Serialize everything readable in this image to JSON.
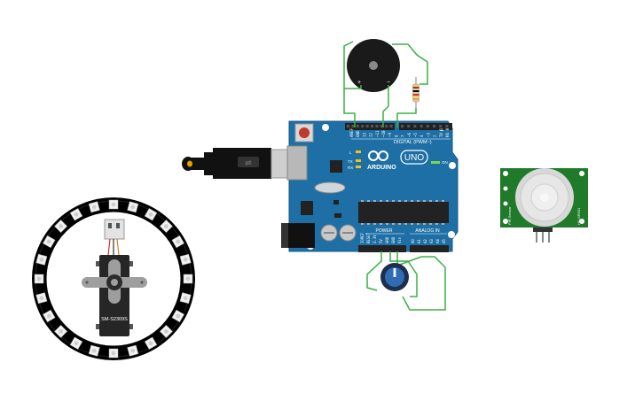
{
  "canvas": {
    "title": ""
  },
  "arduino": {
    "brand": "ARDUINO",
    "model": "UNO",
    "on_label": "ON",
    "digital_label": "DIGITAL (PWM~)",
    "power_label": "POWER",
    "analog_label": "ANALOG IN",
    "aref": "AREF",
    "gnd": "GND",
    "tx": "TX",
    "rx": "RX",
    "l": "L",
    "digital_pins": [
      "13",
      "12",
      "~11",
      "~10",
      "~9",
      "8",
      "7",
      "~6",
      "~5",
      "4",
      "~3",
      "2",
      "TX 1",
      "RX 0"
    ],
    "power_pins": [
      "IOREF",
      "RESET",
      "3.3V",
      "5V",
      "GND",
      "GND",
      "Vin"
    ],
    "analog_pins": [
      "A0",
      "A1",
      "A2",
      "A3",
      "A4",
      "A5"
    ],
    "board_color": "#1d6fa5"
  },
  "buzzer": {
    "plus": "+",
    "minus": "−"
  },
  "servo": {
    "model": "SM-S2309S"
  },
  "pir": {
    "side_left": "PIR Sensor",
    "side_right": "HC-SR501",
    "body_color": "#1f7a2a"
  },
  "colors": {
    "wire": "#3cb043",
    "accent": "#1d6fa5"
  }
}
